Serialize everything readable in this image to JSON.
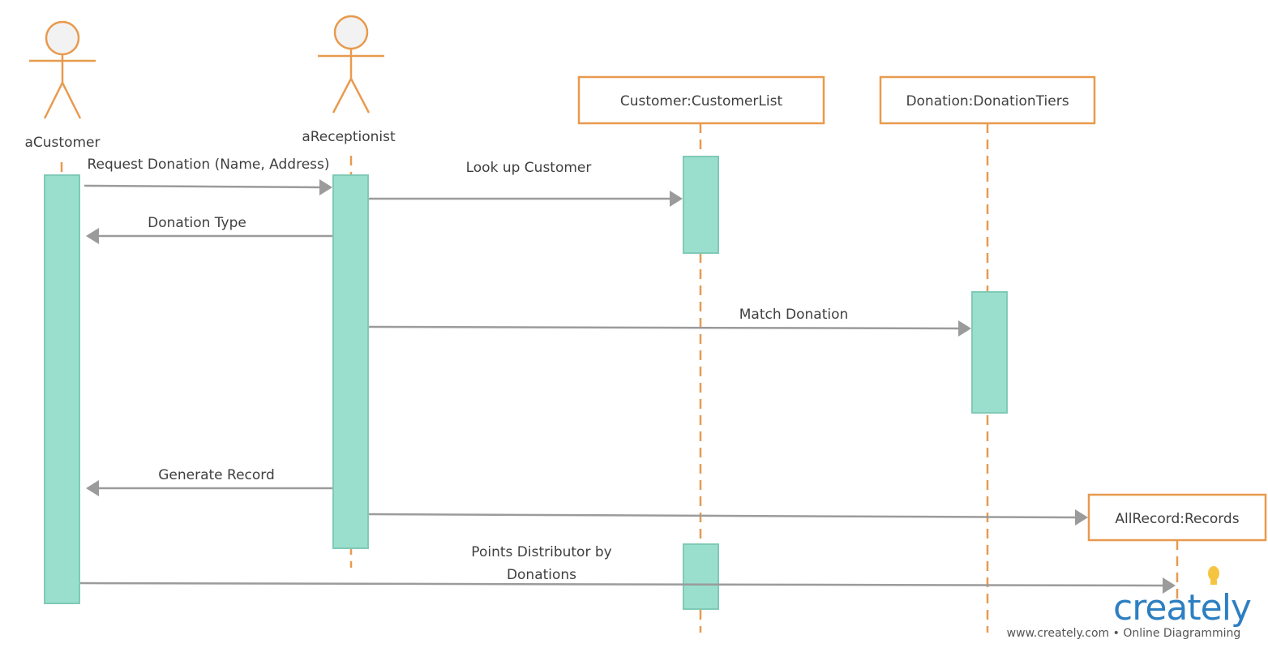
{
  "actors": [
    {
      "id": "customer",
      "label": "aCustomer"
    },
    {
      "id": "receptionist",
      "label": "aReceptionist"
    }
  ],
  "objects": [
    {
      "id": "customer_list",
      "label": "Customer:CustomerList"
    },
    {
      "id": "donation_tiers",
      "label": "Donation:DonationTiers"
    },
    {
      "id": "all_records",
      "label": "AllRecord:Records"
    }
  ],
  "messages": [
    {
      "id": "m1",
      "label": "Request Donation (Name, Address)",
      "from": "aCustomer",
      "to": "aReceptionist"
    },
    {
      "id": "m2",
      "label": "Look up Customer",
      "from": "aReceptionist",
      "to": "Customer:CustomerList"
    },
    {
      "id": "m3",
      "label": "Donation Type",
      "from": "aReceptionist",
      "to": "aCustomer"
    },
    {
      "id": "m4",
      "label": "Match Donation",
      "from": "aReceptionist",
      "to": "Donation:DonationTiers"
    },
    {
      "id": "m5",
      "label": "Generate Record",
      "from": "aReceptionist",
      "to": "aCustomer"
    },
    {
      "id": "m6",
      "label": "",
      "from": "aReceptionist",
      "to": "AllRecord:Records"
    },
    {
      "id": "m7",
      "label_lines": [
        "Points Distributor by",
        "Donations"
      ],
      "from": "aCustomer",
      "to": "AllRecord:Records"
    }
  ],
  "branding": {
    "logo_text": "creately",
    "tagline": "www.creately.com • Online Diagramming",
    "logo_color": "#2d7fc1",
    "bulb_color": "#f5c542"
  },
  "colors": {
    "lifeline": "#e89a4e",
    "activation_fill": "#9adfcd",
    "message_line": "#9b9b9b"
  }
}
